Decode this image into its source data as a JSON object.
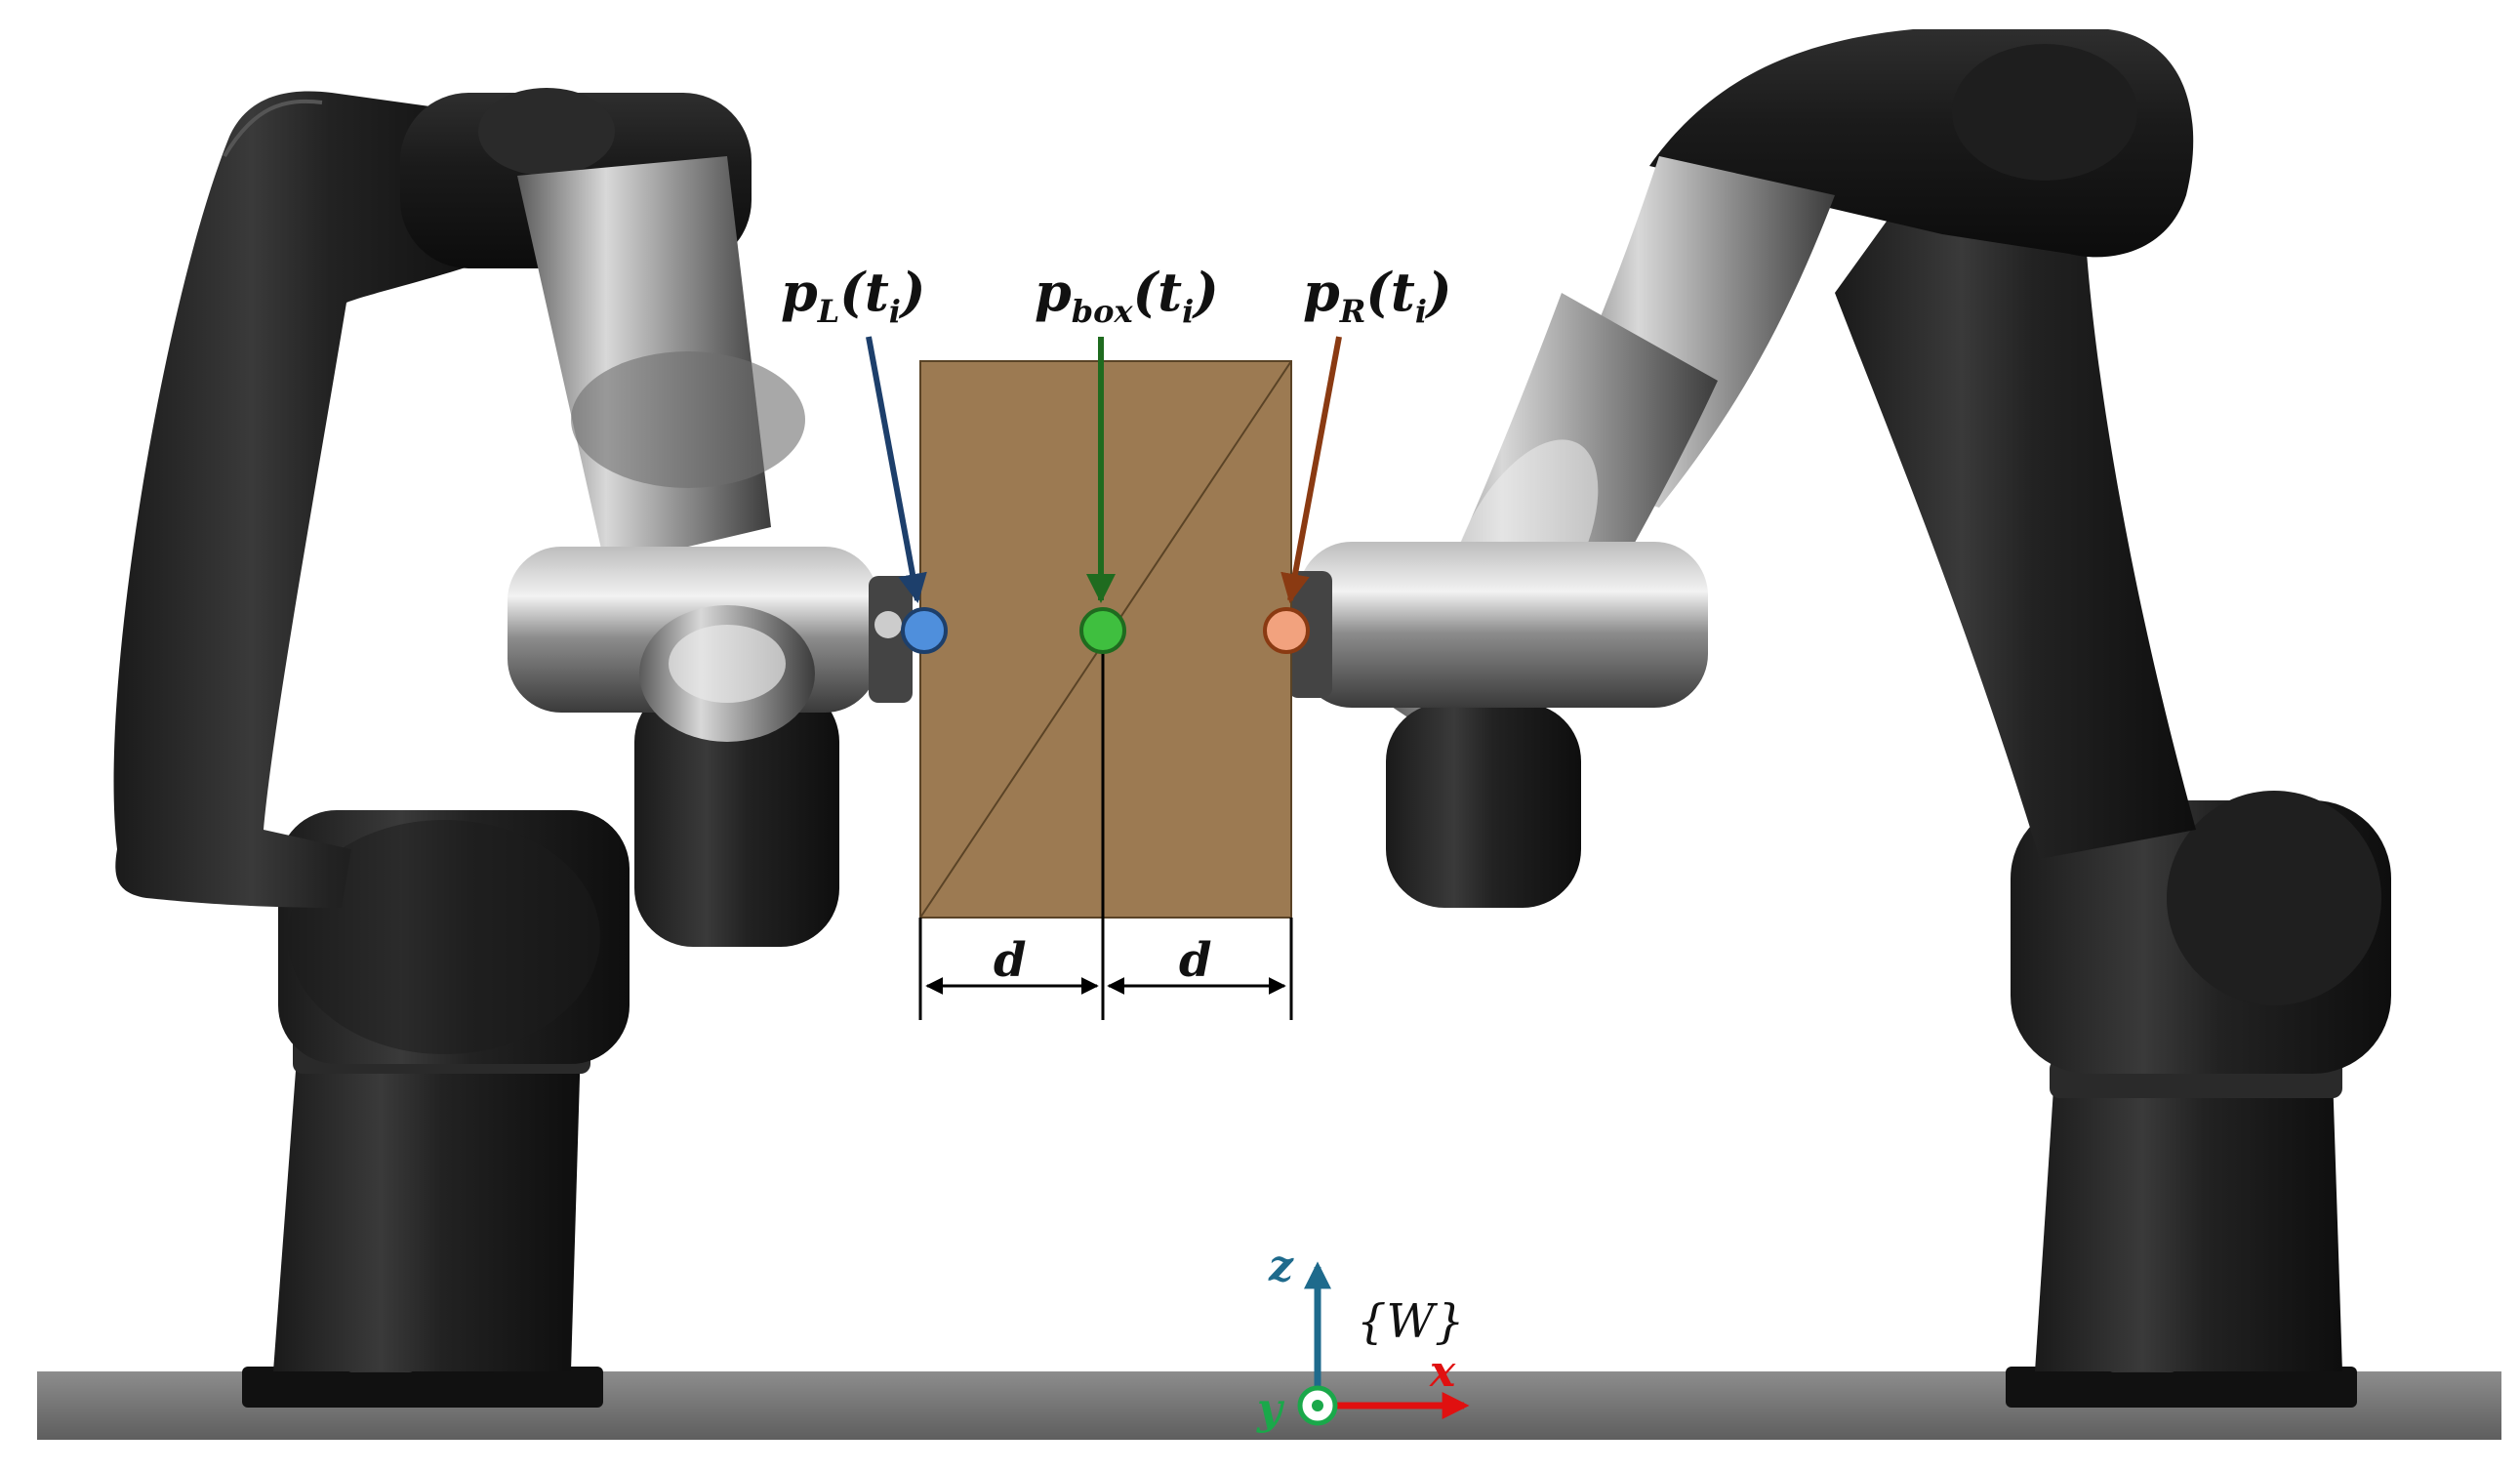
{
  "labels": {
    "p_left": {
      "base": "p",
      "sub": "L",
      "arg": "(t",
      "arg_sub": "i",
      "close": ")"
    },
    "p_box": {
      "base": "p",
      "sub": "box",
      "arg": "(t",
      "arg_sub": "i",
      "close": ")"
    },
    "p_right": {
      "base": "p",
      "sub": "R",
      "arg": "(t",
      "arg_sub": "i",
      "close": ")"
    },
    "dim_left": "d",
    "dim_right": "d"
  },
  "frame": {
    "name": "{W}",
    "axis_z": "z",
    "axis_x": "x",
    "axis_y": "y"
  },
  "icons": {
    "left_robot": "robot-arm-icon",
    "right_robot": "robot-arm-icon"
  },
  "colors": {
    "point_left": "#4f8fdc",
    "point_box": "#3fbf3f",
    "point_right": "#f2a27e",
    "arrow_left": "#1d3f6b",
    "arrow_box": "#1f6b1f",
    "arrow_right": "#8a3a12",
    "box_fill": "#9c7a52",
    "axis_z": "#1e6a8c",
    "axis_x": "#e01010",
    "axis_y": "#1aa84a"
  }
}
